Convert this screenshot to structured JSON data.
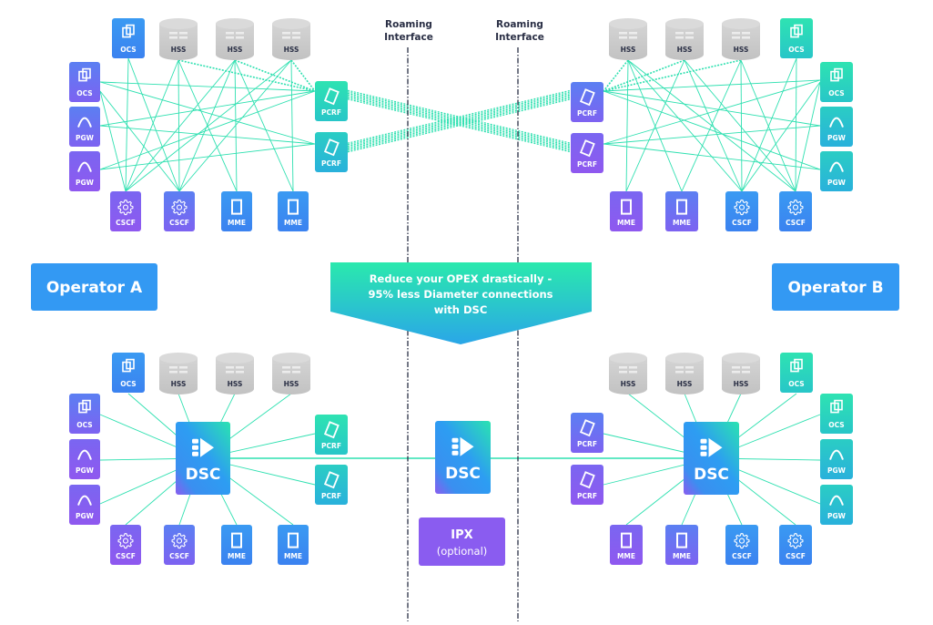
{
  "diagram": {
    "roaming_labels": [
      {
        "line1": "Roaming",
        "line2": "Interface"
      },
      {
        "line1": "Roaming",
        "line2": "Interface"
      }
    ],
    "operators": {
      "a": "Operator A",
      "b": "Operator B"
    },
    "banner": {
      "line1": "Reduce your OPEX drastically -",
      "line2": "95% less Diameter connections",
      "line3": "with DSC"
    },
    "central_dsc": {
      "label": "DSC"
    },
    "ipx": {
      "label": "IPX",
      "sublabel": "(optional)"
    },
    "node_labels": {
      "ocs": "OCS",
      "hss": "HSS",
      "pgw": "PGW",
      "cscf": "CSCF",
      "mme": "MME",
      "pcrf": "PCRF",
      "dsc": "DSC"
    },
    "colors": {
      "connection": "#2ee0b0",
      "divider": "#2a2f45",
      "hss_gray": "#c9c9c9",
      "operator_blue": "#3399f3",
      "teal": "#27d9b0",
      "blue": "#3a8ff0",
      "purple": "#8a5cf0",
      "indigo": "#5f7cf2"
    }
  }
}
